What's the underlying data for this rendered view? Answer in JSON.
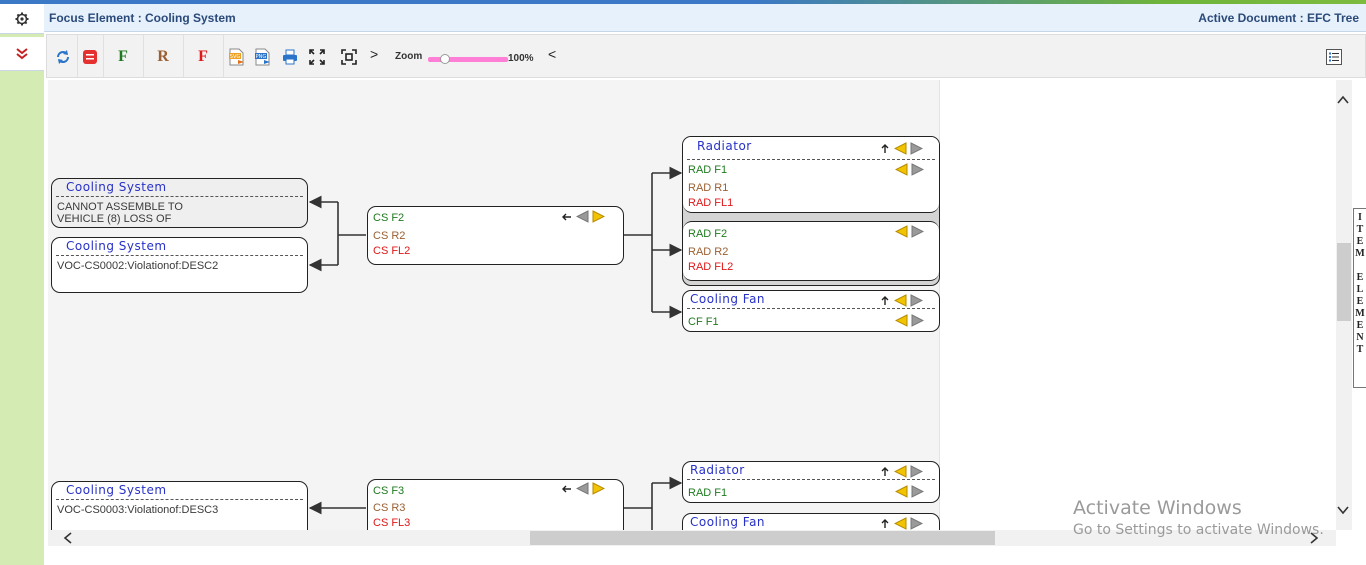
{
  "header": {
    "focus_element": "Focus Element : Cooling System",
    "active_document": "Active Document : EFC Tree"
  },
  "toolbar": {
    "refresh_icon": "refresh-icon",
    "stop_icon": "stop-icon",
    "letter_f1": "F",
    "letter_r": "R",
    "letter_f2": "F",
    "svg_label": "SVG",
    "png_label": "PNG",
    "zoom_label": "Zoom",
    "zoom_value": "100%",
    "expand_glyph": ">",
    "collapse_glyph": "<",
    "zoom_level": 0.15,
    "colors": {
      "f_green": "#1f7a1f",
      "r_brown": "#9a5f32",
      "f_red": "#e01818",
      "zoom_track": "#ff7fd6"
    }
  },
  "tree1": {
    "cs_left_top": {
      "title": "Cooling System",
      "desc1": "CANNOT ASSEMBLE TO",
      "desc2": "VEHICLE (8) LOSS OF"
    },
    "cs_left_bottom": {
      "title": "Cooling System",
      "desc": "VOC-CS0002:Violationof:DESC2"
    },
    "cs_mid": {
      "f": "CS F2",
      "r": "CS R2",
      "fl": "CS FL2"
    },
    "radiator": {
      "title": "Radiator",
      "f1": "RAD F1",
      "r1": "RAD R1",
      "fl1": "RAD FL1",
      "f2": "RAD F2",
      "r2": "RAD R2",
      "fl2": "RAD FL2"
    },
    "cooling_fan": {
      "title": "Cooling Fan",
      "f1": "CF F1"
    }
  },
  "tree2": {
    "cs_left": {
      "title": "Cooling System",
      "desc": "VOC-CS0003:Violationof:DESC3"
    },
    "cs_mid": {
      "f": "CS F3",
      "r": "CS R3",
      "fl": "CS FL3"
    },
    "radiator": {
      "title": "Radiator",
      "f1": "RAD F1"
    },
    "cooling_fan": {
      "title": "Cooling Fan"
    }
  },
  "side_tab": {
    "letters": [
      "I",
      "T",
      "E",
      "M",
      "",
      "E",
      "L",
      "E",
      "M",
      "E",
      "N",
      "T"
    ]
  },
  "watermark": {
    "line1": "Activate Windows",
    "line2": "Go to Settings to activate Windows."
  }
}
